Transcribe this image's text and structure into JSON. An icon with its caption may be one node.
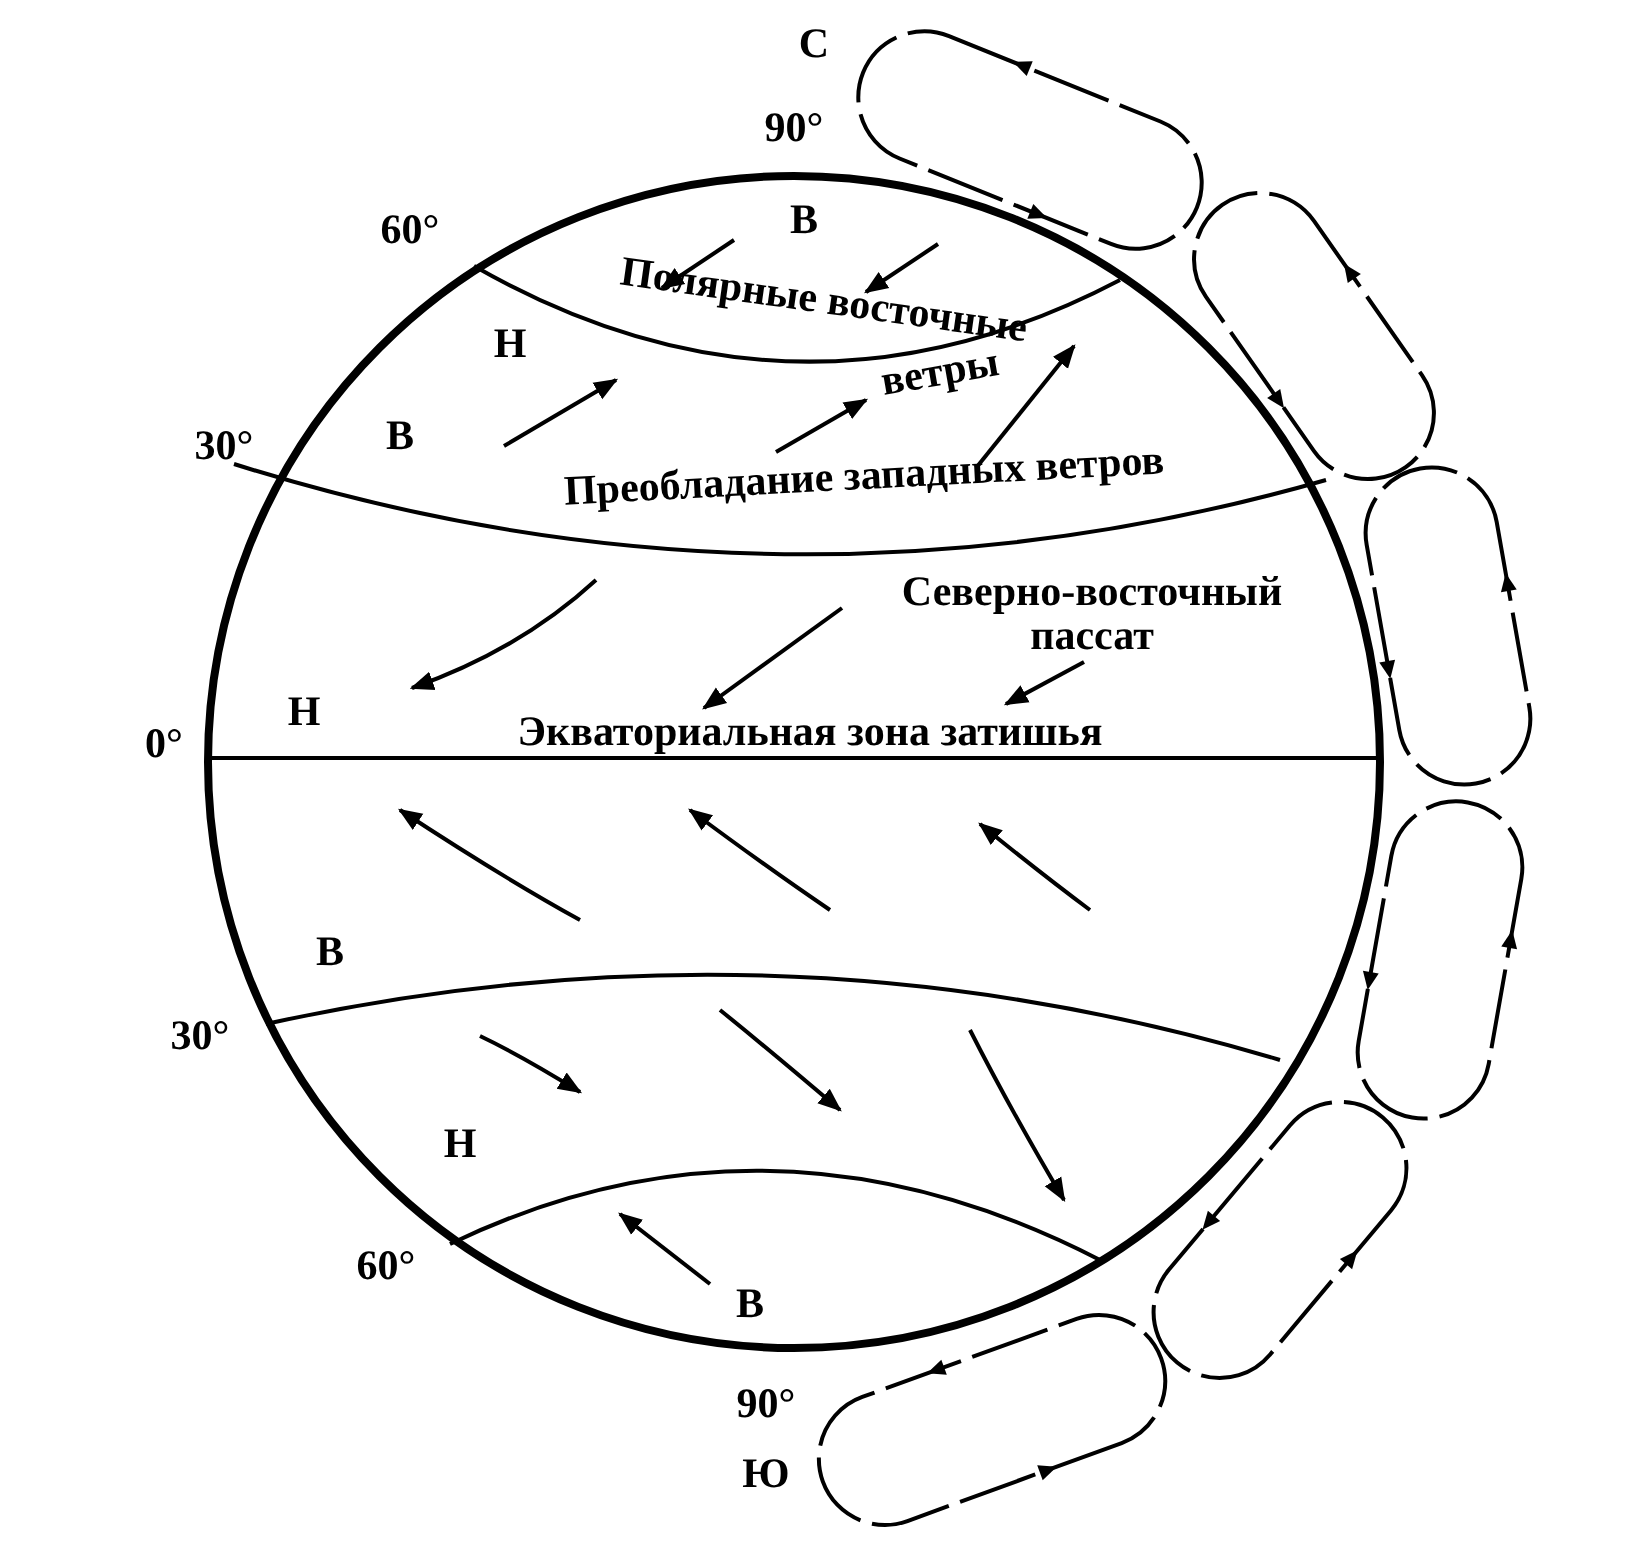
{
  "diagram": {
    "labels": [
      "С",
      "90°",
      "60°",
      "В",
      "Полярные восточные",
      "Н",
      "ветры",
      "30°",
      "В",
      "Преобладание западных ветров",
      "Северно-восточный",
      "пассат",
      "Н",
      "Экваториальная зона затишья",
      "0°",
      "В",
      "30°",
      "Н",
      "60°",
      "В",
      "90°",
      "Ю"
    ]
  }
}
